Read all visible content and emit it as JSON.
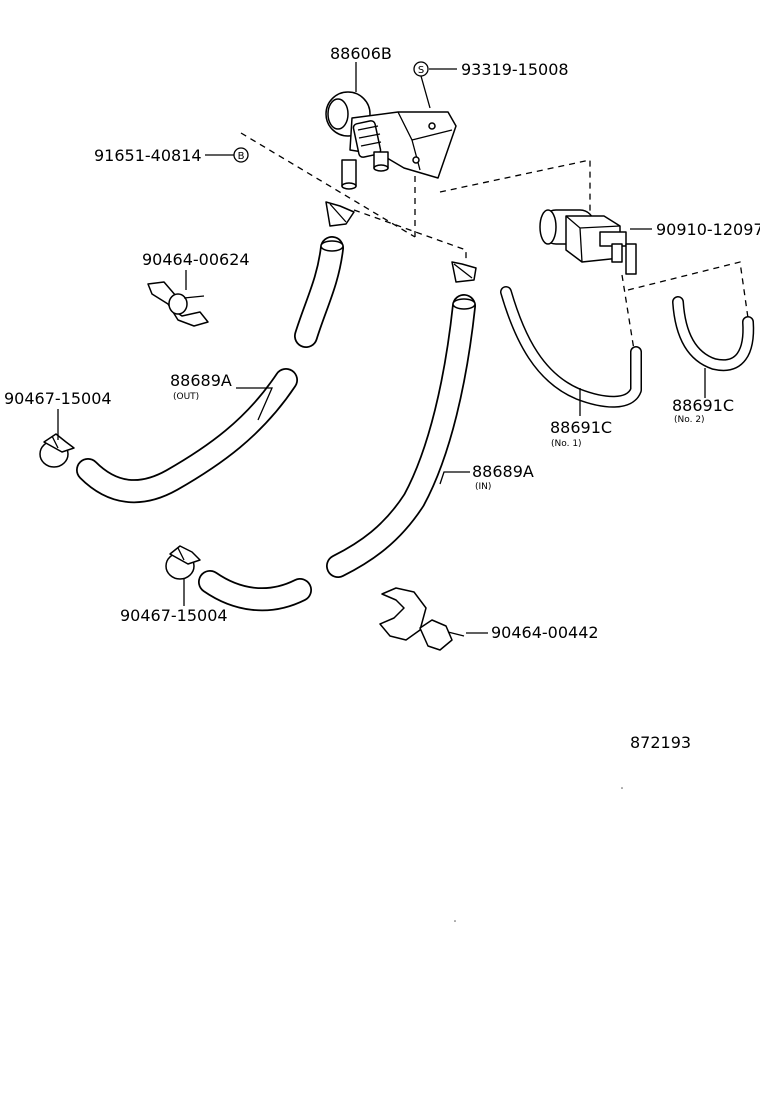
{
  "diagram": {
    "ref_number": "872193",
    "parts": {
      "vsv_valve": {
        "number": "88606B"
      },
      "bolt": {
        "number": "93319-15008",
        "symbol": "S"
      },
      "nut": {
        "number": "91651-40814",
        "symbol": "B"
      },
      "vacuum_switch_valve": {
        "number": "90910-12097"
      },
      "clip_upper": {
        "number": "90464-00624"
      },
      "hose_out": {
        "number": "88689A",
        "note": "(OUT)"
      },
      "clamp_left": {
        "number": "90467-15004"
      },
      "hose_in": {
        "number": "88689A",
        "note": "(IN)"
      },
      "hose_no1": {
        "number": "88691C",
        "note": "(No. 1)"
      },
      "hose_no2": {
        "number": "88691C",
        "note": "(No. 2)"
      },
      "clamp_bottom": {
        "number": "90467-15004"
      },
      "clip_bottom": {
        "number": "90464-00442"
      }
    }
  }
}
